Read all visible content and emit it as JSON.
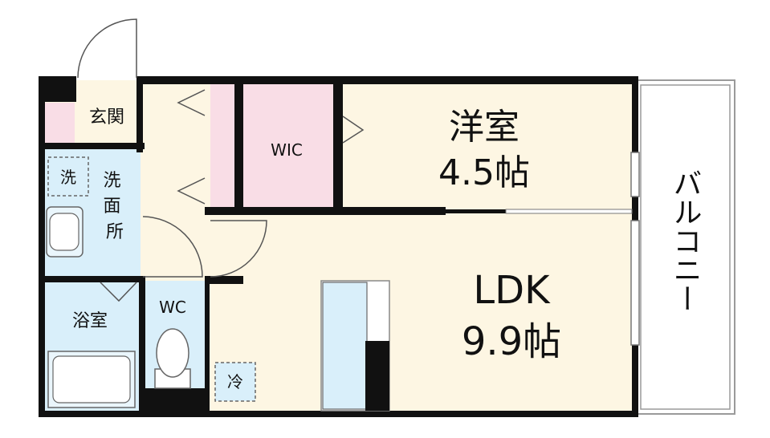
{
  "floorplan": {
    "rooms": {
      "genkan": "玄関",
      "senmenjo": "洗面所",
      "sentakuki": "洗",
      "yokushitsu": "浴室",
      "wc": "WC",
      "wic": "WIC",
      "youshitsu": "洋室",
      "youshitsu_size": "4.5帖",
      "ldk": "LDK",
      "ldk_size": "9.9帖",
      "reizouko": "冷",
      "balcony": "バルコニー"
    },
    "colors": {
      "wall": "#111111",
      "floor": "#fdf6e3",
      "closet": "#f9dde6",
      "wet_area": "#d9effa",
      "balcony": "#ffffff",
      "outline": "#9a9a9a"
    }
  }
}
